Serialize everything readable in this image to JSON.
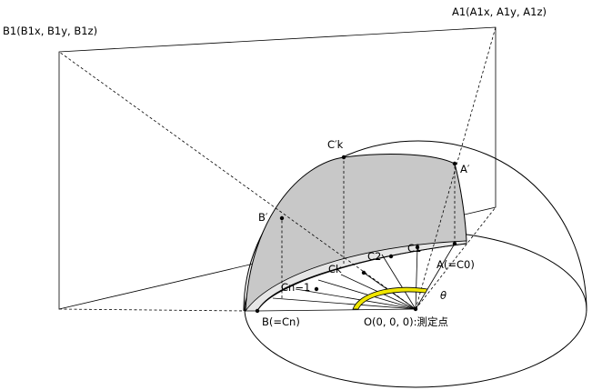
{
  "labels": {
    "a1": "A1(A1x, A1y, A1z)",
    "b1": "B1(B1x, B1y, B1z)",
    "a_prime": "A′",
    "b_prime": "B′",
    "ck_prime": "C′k",
    "c1": "C1",
    "c2": "C2",
    "ck": "Ck",
    "cn1": "Cn−1",
    "a": "A(=C0)",
    "b": "B(=Cn)",
    "o": "O(0, 0, 0):測定点",
    "theta": "θ"
  },
  "colors": {
    "shade": "#c8c8c8",
    "arc_fill": "#f0e600",
    "line": "#000000"
  }
}
